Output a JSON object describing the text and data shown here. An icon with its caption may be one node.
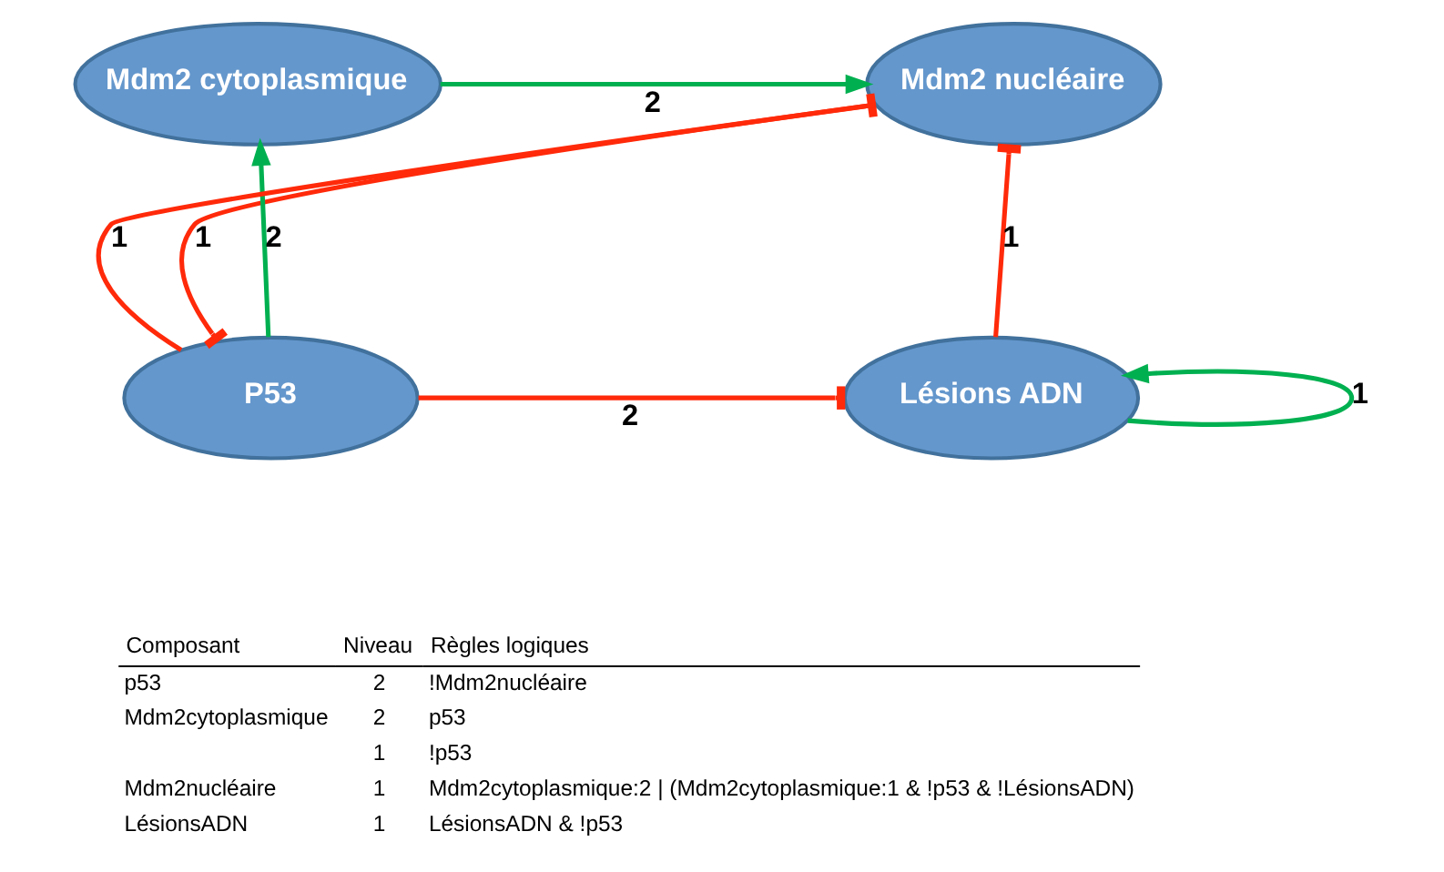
{
  "diagram": {
    "nodes": [
      {
        "text": [
          "Mdm2 cytoplasmique"
        ]
      },
      {
        "text": [
          "Mdm2 nucléaire"
        ]
      },
      {
        "text": [
          "P53"
        ]
      },
      {
        "text": [
          "Lésions ADN"
        ]
      }
    ],
    "edges": [
      {
        "from": 0,
        "to": 1,
        "arrow": "to",
        "label": "2",
        "color": "#00b050"
      },
      {
        "from": 1,
        "to": 2,
        "arrow": "other",
        "label": "1"
      },
      {
        "from": 2,
        "to": 1,
        "arrow": "other",
        "label": "1"
      },
      {
        "from": 3,
        "to": 1,
        "arrow": "other",
        "label": "1"
      },
      {
        "from": 2,
        "to": 0,
        "arrow": "to",
        "label": "2",
        "color": "#00b050"
      },
      {
        "from": 2,
        "to": 3,
        "arrow": "other",
        "label": "2"
      },
      {
        "from": 3,
        "to": 3,
        "arrow": "to",
        "label": "1",
        "color": "#00b050"
      }
    ],
    "labels": [
      "Composant",
      "Niveau",
      "Règles logiques",
      "p53",
      "2",
      "!Mdm2nucléaire",
      "Mdm2cytoplasmique",
      "2",
      "p53",
      "1",
      "!p53",
      "Mdm2nucléaire",
      "1",
      "Mdm2cytoplasmique:2 | (Mdm2cytoplasmique:1 & !p53 & !LésionsADN)",
      "LésionsADN",
      "1",
      "LésionsADN & !p53"
    ]
  }
}
